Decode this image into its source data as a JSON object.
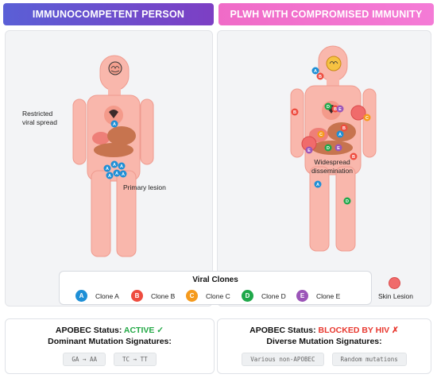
{
  "headers": {
    "left": "IMMUNOCOMPETENT PERSON",
    "right": "PLWH WITH COMPROMISED IMMUNITY"
  },
  "left_panel": {
    "restricted_label": "Restricted\nviral spread",
    "primary_lesion_label": "Primary lesion"
  },
  "right_panel": {
    "widespread_label": "Widespread\ndissemination"
  },
  "legend": {
    "title": "Viral Clones",
    "items": [
      {
        "letter": "A",
        "label": "Clone A",
        "color": "#1e8fd6"
      },
      {
        "letter": "B",
        "label": "Clone B",
        "color": "#ee4c3f"
      },
      {
        "letter": "C",
        "label": "Clone C",
        "color": "#f59a1d"
      },
      {
        "letter": "D",
        "label": "Clone D",
        "color": "#1fa84a"
      },
      {
        "letter": "E",
        "label": "Clone E",
        "color": "#9b55b8"
      }
    ],
    "skin_lesion_label": "Skin Lesion"
  },
  "bottom_left": {
    "status_prefix": "APOBEC Status: ",
    "status_value": "ACTIVE ✓",
    "status_color": "#22a845",
    "signature_title": "Dominant Mutation Signatures:",
    "chips": [
      "GA → AA",
      "TC → TT"
    ]
  },
  "bottom_right": {
    "status_prefix": "APOBEC Status: ",
    "status_value": "BLOCKED BY HIV ✗",
    "status_color": "#e8382f",
    "signature_title": "Diverse Mutation Signatures:",
    "chips": [
      "Various non-APOBEC",
      "Random mutations"
    ]
  },
  "colors": {
    "body_fill": "#f9b7ac",
    "body_stroke": "#ef9b8f",
    "organ_dark": "#c7744f"
  }
}
